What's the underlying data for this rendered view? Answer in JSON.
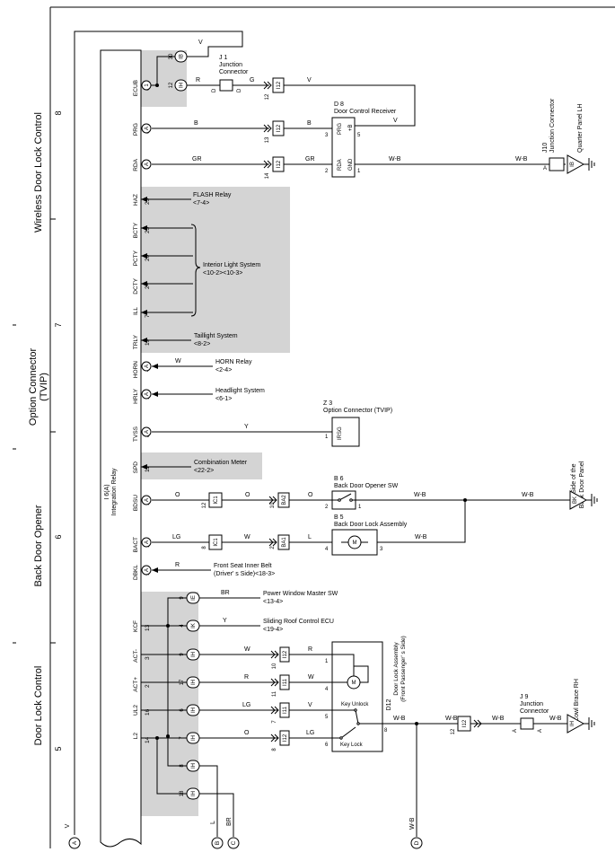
{
  "sections": [
    {
      "title": "Wireless Door Lock Control",
      "page_no": "8"
    },
    {
      "title": "Option Connector",
      "title2": "(TVIP)",
      "page_no": "7"
    },
    {
      "title": "Back Door Opener",
      "page_no": "6"
    },
    {
      "title": "Door Lock Control",
      "page_no": "5"
    }
  ],
  "relay": {
    "label1": "I 6(A)",
    "label2": "Integration Relay"
  },
  "pins": [
    {
      "name": "ECUB",
      "no": "6",
      "side": "1"
    },
    {
      "name": "PRG",
      "no": "6",
      "side": "A"
    },
    {
      "name": "RDA",
      "no": "7",
      "side": "A"
    },
    {
      "name": "HAZ",
      "no": "25"
    },
    {
      "name": "BCTY",
      "no": "23"
    },
    {
      "name": "PCTY",
      "no": "20"
    },
    {
      "name": "DCTY",
      "no": "24"
    },
    {
      "name": "ILL",
      "no": "7"
    },
    {
      "name": "TRLY",
      "no": "19"
    },
    {
      "name": "HORN",
      "no": "4",
      "side": "A"
    },
    {
      "name": "HRLY",
      "no": "14",
      "side": "A"
    },
    {
      "name": "TVSS",
      "no": "8",
      "side": "A"
    },
    {
      "name": "SPD",
      "no": "11"
    },
    {
      "name": "BDSU",
      "no": "19",
      "side": "A"
    },
    {
      "name": "BACT",
      "no": "1",
      "side": "A"
    },
    {
      "name": "DBKL",
      "no": "9",
      "side": "A"
    },
    {
      "name": "KCF",
      "no": "13"
    },
    {
      "name": "ACT-",
      "no": "3"
    },
    {
      "name": "ACT+",
      "no": "2"
    },
    {
      "name": "UL2",
      "no": "16"
    },
    {
      "name": "L2",
      "no": "14"
    }
  ],
  "conn": {
    "IB_top": {
      "pin": "30",
      "id": "IB"
    },
    "IH_top": {
      "pin": "12",
      "id": "IH"
    },
    "IC1": "IC1",
    "IC1b": "IC1",
    "BA2": "BA2",
    "BA1": "BA1",
    "IE": "IE",
    "IK": "IK",
    "IH_a": {
      "pin": "9",
      "id": "IH"
    },
    "IH_b": {
      "pin": "17",
      "id": "IH"
    },
    "IH_c": {
      "pin": "6",
      "id": "IH"
    },
    "IH_d": {
      "pin": "7",
      "id": "IH"
    },
    "IH_e": {
      "pin": "8",
      "id": "IH"
    },
    "IH_f": {
      "pin": "18",
      "id": "IH"
    },
    "I12_a": "I12",
    "I12_b": "I12",
    "I12_c": "I12",
    "I12_d": "I12",
    "I12_e": "I12",
    "I11_a": "I11",
    "I11_b": "I11",
    "IH_gnd": "IH",
    "IB_gnd": "IB",
    "BK_gnd": "BK"
  },
  "pin_numbers": {
    "ib_left": "9",
    "ih_left": "12",
    "ic1_a": "12",
    "ba2": "10",
    "ic1_b": "8",
    "ba1": "2",
    "ie": "9",
    "ik": "4",
    "i12_ecub": "12",
    "i12_prg": "13",
    "i12_rda": "14",
    "i12_act_m": "10",
    "i11_actp": "11",
    "i11_ul2": "7",
    "i11_l2": "8",
    "dr_3": "3",
    "dr_5": "5",
    "dr_2": "2",
    "dr_1": "1",
    "ir_1": "1",
    "bo_2": "2",
    "bo_1": "1",
    "bl_4": "4",
    "bl_3": "3",
    "dl_1": "1",
    "dl_4": "4",
    "dl_5": "5",
    "dl_8": "8",
    "dl_6": "6",
    "i12_dl": "12"
  },
  "wires": {
    "v": "V",
    "r": "R",
    "g": "G",
    "b": "B",
    "gr": "GR",
    "wb": "W-B",
    "w": "W",
    "y": "Y",
    "o": "O",
    "lg": "LG",
    "l": "L",
    "br": "BR"
  },
  "components": {
    "j1": {
      "id": "J 1",
      "name1": "Junction",
      "name2": "Connector",
      "pin_d": "D"
    },
    "d8": {
      "id": "D 8",
      "name": "Door Control Receiver",
      "prg": "PRG",
      "pb": "+B",
      "rda": "RDA",
      "gnd": "GND"
    },
    "j10": {
      "id": "J10",
      "name": "Junction Connector",
      "pin": "A"
    },
    "qp": "Quarter Panel LH",
    "flash": {
      "name": "FLASH Relay",
      "ref": "<7-4>"
    },
    "interior": {
      "name": "Interior Light System",
      "ref": "<10-2><10-3>"
    },
    "taillight": {
      "name": "Taillight System",
      "ref": "<8-2>"
    },
    "horn": {
      "name": "HORN Relay",
      "ref": "<2-4>"
    },
    "headlight": {
      "name": "Headlight System",
      "ref": "<6-1>"
    },
    "z3": {
      "id": "Z 3",
      "name": "Option Connector (TVIP)",
      "pin": "IRSG"
    },
    "meter": {
      "name": "Combination Meter",
      "ref": "<22-2>"
    },
    "b6": {
      "id": "B 6",
      "name": "Back Door Opener SW"
    },
    "b5": {
      "id": "B 5",
      "name": "Back Door Lock Assembly"
    },
    "lsbd": {
      "line1": "Left Side of the",
      "line2": "Back Door Panel"
    },
    "belt": {
      "line1": "Front Seat Inner Belt",
      "line2": "(Driver' s Side)<18-3>"
    },
    "pwm": {
      "name": "Power Window Master SW",
      "ref": "<13-4>"
    },
    "srf": {
      "name": "Sliding Roof Control ECU",
      "ref": "<19-4>"
    },
    "d12": {
      "id": "D12",
      "line1": "Door Lock Assembly",
      "line2": "(Front Passenger' s Side)",
      "unlock": "Key Unlock",
      "lock": "Key Lock"
    },
    "j9": {
      "id": "J 9",
      "name1": "Junction",
      "name2": "Connector",
      "pin": "A"
    },
    "cowl": "Cowl Brace RH"
  },
  "offpage": {
    "a": "A",
    "b": "B",
    "c": "C",
    "d": "D"
  },
  "motor": "M"
}
